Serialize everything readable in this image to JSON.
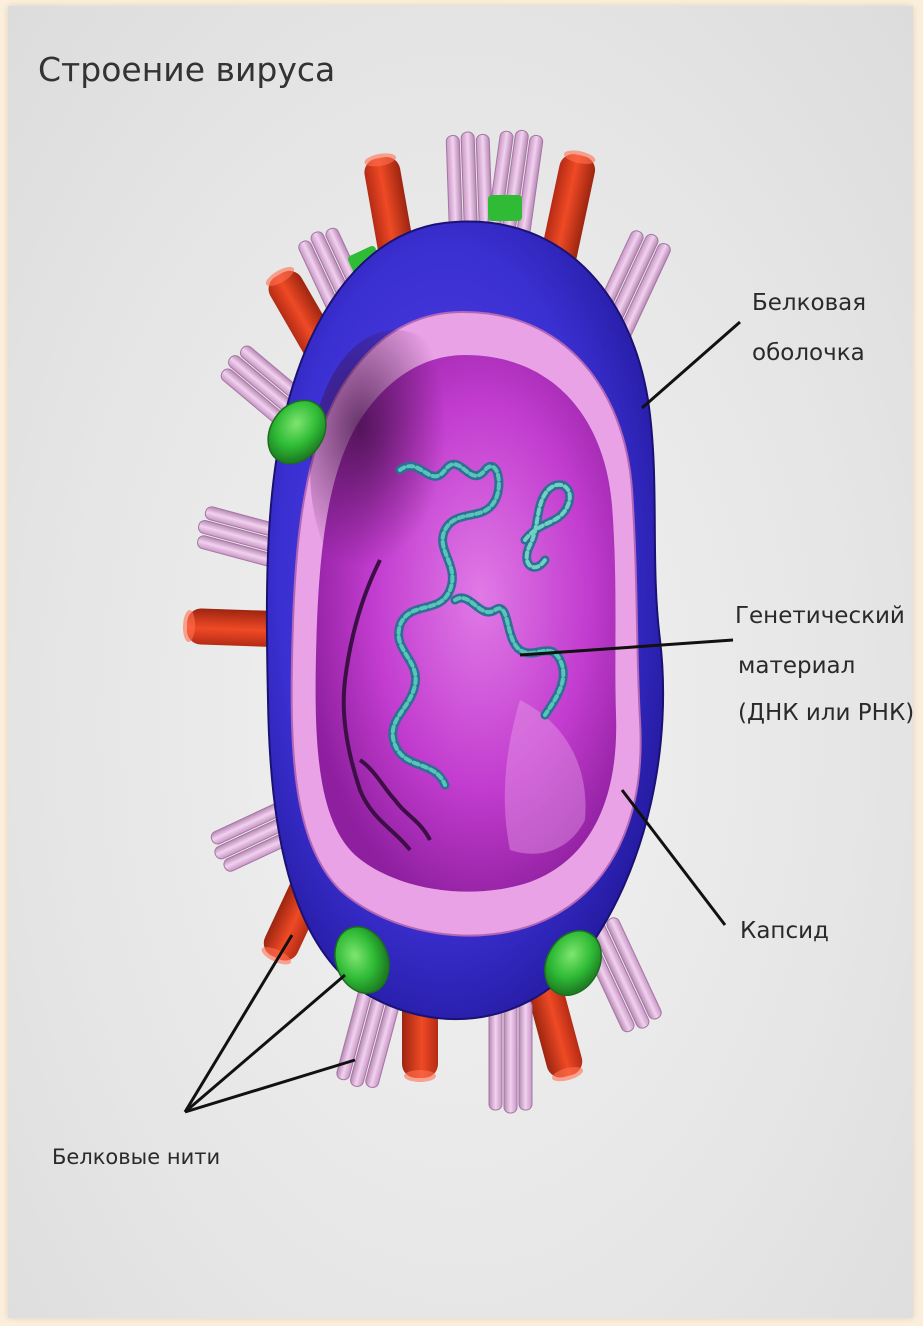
{
  "title": "Строение вируса",
  "labels": {
    "protein_shell_line1": "Белковая",
    "protein_shell_line2": "оболочка",
    "genetic_line1": "Генетический",
    "genetic_line2": "материал",
    "genetic_line3": "(ДНК или РНК)",
    "capsid": "Капсид",
    "protein_spikes": "Белковые нити"
  },
  "colors": {
    "background_frame": "#fbeedb",
    "panel": "#e8e8e8",
    "shell_blue": "#3a2fd0",
    "inner_magenta": "#c23ccf",
    "capsid_pink": "#e9a2e6",
    "spike_red": "#e0391b",
    "spike_dark_red": "#a8331d",
    "spike_lilac": "#e6b9e3",
    "spike_green": "#35c23a",
    "dna_teal": "#3fa5a8",
    "leader_line": "#111111"
  }
}
